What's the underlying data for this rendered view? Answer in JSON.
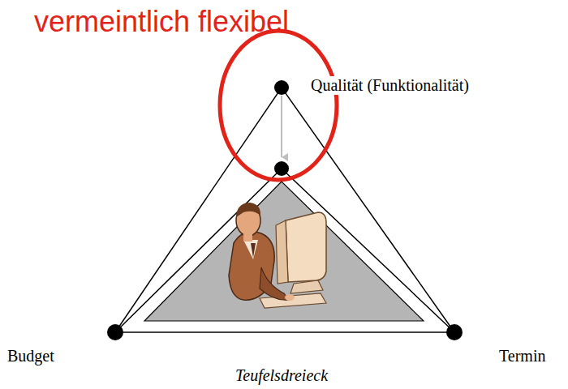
{
  "diagram": {
    "title": "vermeintlich flexibel",
    "caption": "Teufelsdreieck",
    "labels": [
      "Qualität (Funktionalität)",
      "Budget",
      "Termin"
    ]
  }
}
